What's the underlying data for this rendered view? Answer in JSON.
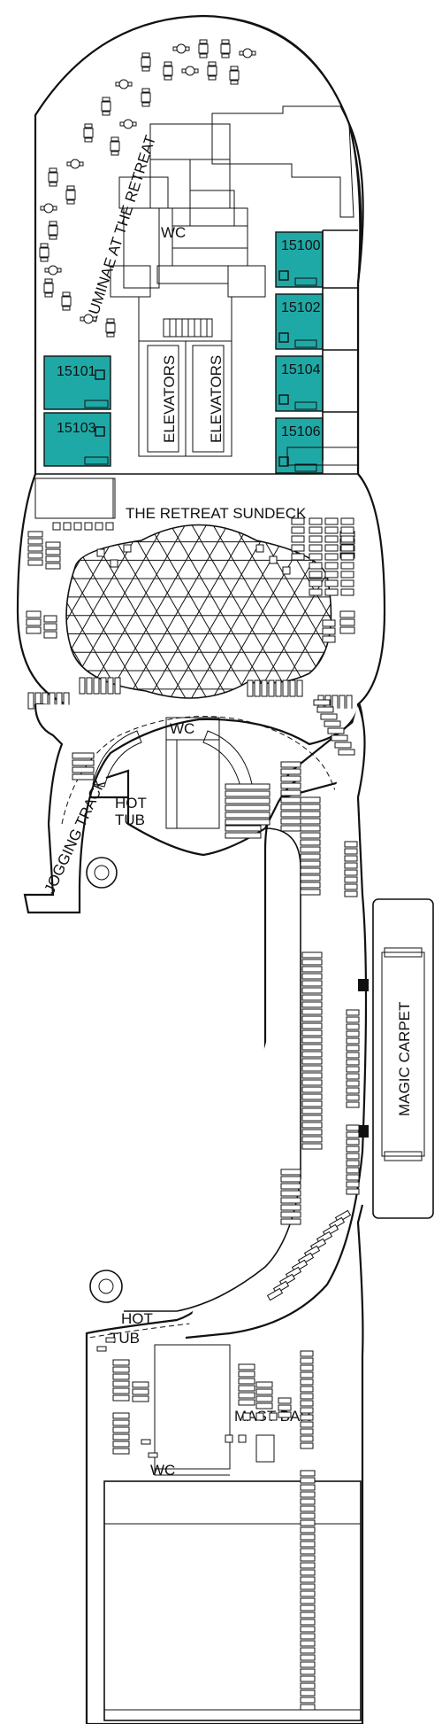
{
  "deck_labels": {
    "luminae": "LUMINAE AT THE RETREAT",
    "wc_top": "WC",
    "elevators_left": "ELEVATORS",
    "elevators_right": "ELEVATORS",
    "retreat_sundeck": "THE RETREAT SUNDECK",
    "wc_middle": "WC",
    "hot_tub_fwd": "HOT TUB",
    "hot_tub_fwd_line1": "HOT",
    "hot_tub_fwd_line2": "TUB",
    "jogging_track": "JOGGING TRACK",
    "magic_carpet": "MAGIC CARPET",
    "hot_tub_aft_line1": "HOT",
    "hot_tub_aft_line2": "TUB",
    "mast_bar": "MAST BAR",
    "wc_aft": "WC"
  },
  "cabins": [
    {
      "number": "15100",
      "side": "right"
    },
    {
      "number": "15102",
      "side": "right"
    },
    {
      "number": "15104",
      "side": "right"
    },
    {
      "number": "15106",
      "side": "right"
    },
    {
      "number": "15101",
      "side": "left"
    },
    {
      "number": "15103",
      "side": "left"
    }
  ],
  "colors": {
    "cabin_fill": "#1fa9a6",
    "line": "#111111",
    "background": "#ffffff"
  }
}
